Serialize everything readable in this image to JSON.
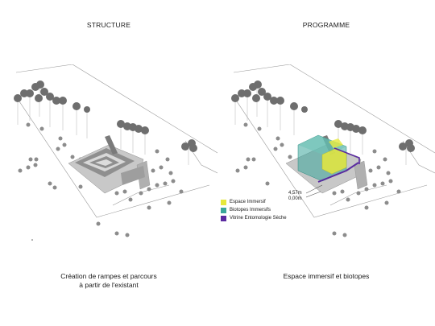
{
  "panels": [
    {
      "title": "STRUCTURE",
      "caption_lines": [
        "Création de rampes et parcours",
        "à partir de l'existant"
      ]
    },
    {
      "title": "PROGRAMME",
      "caption_lines": [
        "Espace immersif et biotopes"
      ]
    }
  ],
  "legend": [
    {
      "label": "Espace Immersif",
      "color": "#e6e83c"
    },
    {
      "label": "Biotopes Immersifs",
      "color": "#3aa69a"
    },
    {
      "label": "Vitrine Entomologie Sèche",
      "color": "#5a2aa0"
    }
  ],
  "levels": [
    "4,57m",
    "0,00m"
  ]
}
